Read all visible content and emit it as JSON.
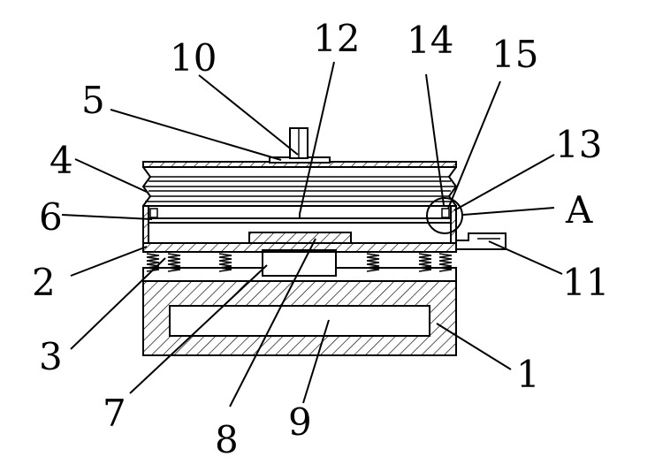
{
  "figure": {
    "labels": {
      "l1": "1",
      "l2": "2",
      "l3": "3",
      "l4": "4",
      "l5": "5",
      "l6": "6",
      "l7": "7",
      "l8": "8",
      "l9": "9",
      "l10": "10",
      "l11": "11",
      "l12": "12",
      "l13": "13",
      "l14": "14",
      "l15": "15",
      "lA": "A"
    },
    "colors": {
      "ink": "#000000",
      "paper": "#ffffff"
    }
  }
}
